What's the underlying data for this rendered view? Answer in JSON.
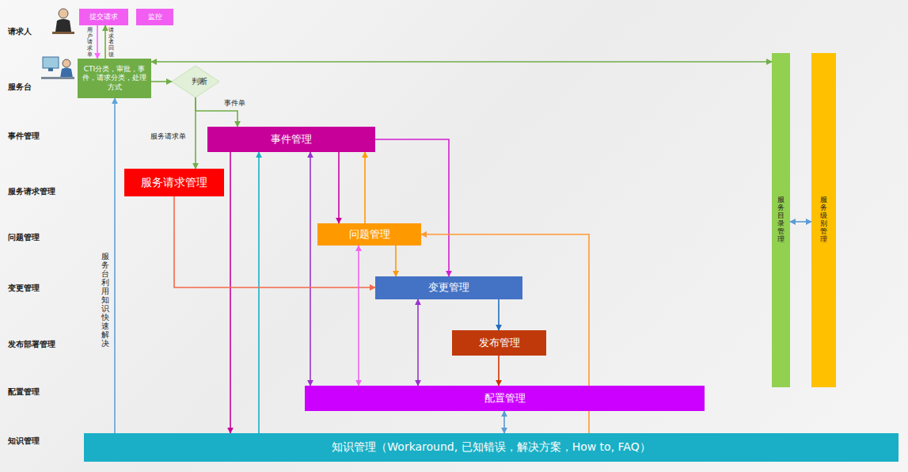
{
  "diagram": {
    "nodes": [
      {
        "text": [
          "提交请求"
        ]
      },
      {
        "text": [
          "监控"
        ]
      },
      {
        "text": [
          "CTI分类，审批，事件，请求分类，处理方式"
        ]
      },
      {
        "text": [
          "判断"
        ]
      },
      {
        "text": [
          "事件管理"
        ]
      },
      {
        "text": [
          "服务请求管理"
        ]
      },
      {
        "text": [
          "问题管理"
        ]
      },
      {
        "text": [
          "变更管理"
        ]
      },
      {
        "text": [
          "发布管理"
        ]
      },
      {
        "text": [
          "配置管理"
        ]
      },
      {
        "text": [
          "知识管理（Workaround, 已知错误，解决方案，How to, FAQ）"
        ]
      },
      {
        "text": [
          "服务目录管理"
        ]
      },
      {
        "text": [
          "服务级别管理"
        ]
      }
    ],
    "edges": [
      {
        "from": 0,
        "to": 2,
        "arrow": "to",
        "label": "用户请求单"
      },
      {
        "from": 2,
        "to": 0,
        "arrow": "to",
        "label": "请求者回馈"
      },
      {
        "from": 2,
        "to": 3,
        "arrow": "to"
      },
      {
        "from": 2,
        "to": 11,
        "arrow": "both"
      },
      {
        "from": 3,
        "to": 4,
        "arrow": "to",
        "label": "事件单"
      },
      {
        "from": 3,
        "to": 5,
        "arrow": "to",
        "label": "服务请求单"
      },
      {
        "from": 4,
        "to": 10,
        "arrow": "to"
      },
      {
        "from": 10,
        "to": 4,
        "arrow": "to"
      },
      {
        "from": 4,
        "to": 9,
        "arrow": "both"
      },
      {
        "from": 4,
        "to": 6,
        "arrow": "to"
      },
      {
        "from": 6,
        "to": 4,
        "arrow": "to"
      },
      {
        "from": 4,
        "to": 7,
        "arrow": "to"
      },
      {
        "from": 5,
        "to": 7,
        "arrow": "to"
      },
      {
        "from": 6,
        "to": 7,
        "arrow": "to"
      },
      {
        "from": 6,
        "to": 9,
        "arrow": "both"
      },
      {
        "from": 10,
        "to": 6,
        "arrow": "to"
      },
      {
        "from": 7,
        "to": 9,
        "arrow": "both"
      },
      {
        "from": 7,
        "to": 8,
        "arrow": "to"
      },
      {
        "from": 8,
        "to": 9,
        "arrow": "to"
      },
      {
        "from": 9,
        "to": 10,
        "arrow": "both"
      },
      {
        "from": 10,
        "to": 2,
        "arrow": "to",
        "label": "服务台利用知识快速解决"
      },
      {
        "from": 11,
        "to": 12,
        "arrow": "both"
      }
    ],
    "labels": [
      "请求人",
      "服务台",
      "事件管理",
      "服务请求管理",
      "问题管理",
      "变更管理",
      "发布部署管理",
      "配置管理",
      "知识管理"
    ]
  }
}
